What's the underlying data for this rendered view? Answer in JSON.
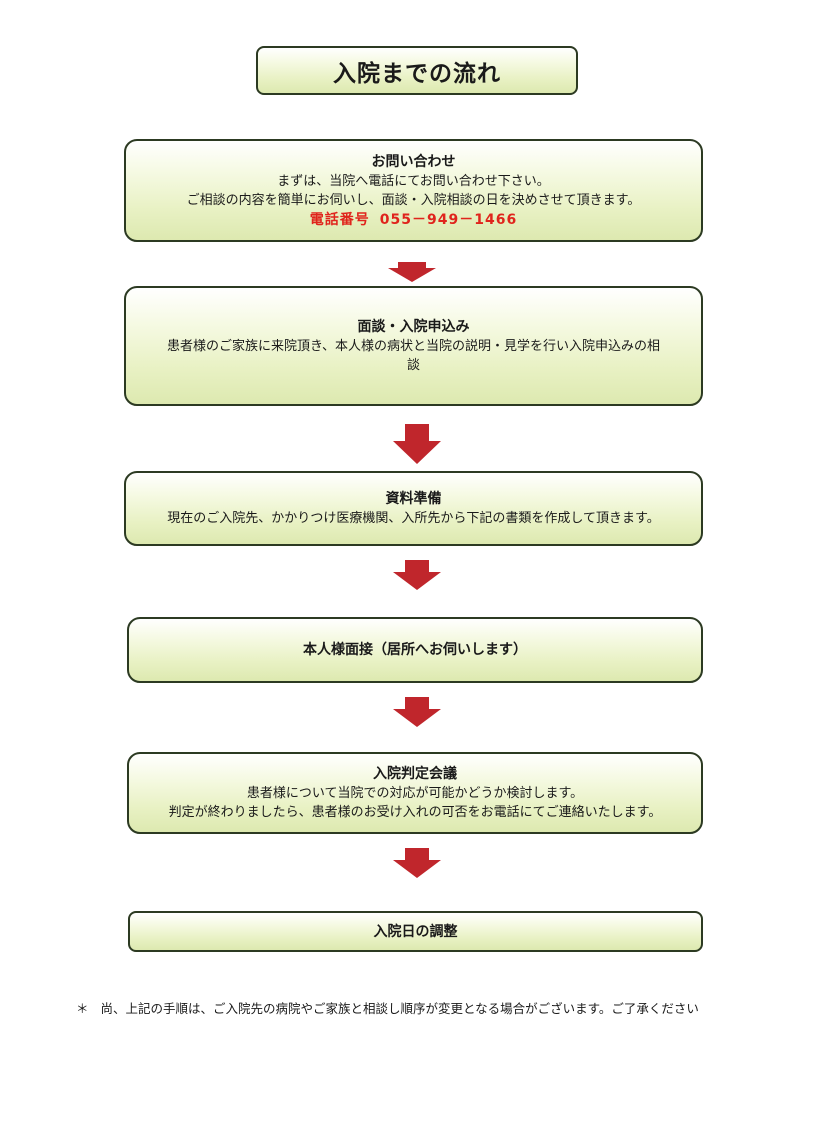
{
  "title": "入院までの流れ",
  "steps": [
    {
      "title": "お問い合わせ",
      "lines": [
        "まずは、当院へ電話にてお問い合わせ下さい。",
        "ご相談の内容を簡単にお伺いし、面談・入院相談の日を決めさせて頂きます。"
      ],
      "phone_label": "電話番号",
      "phone_number": "055－949－1466"
    },
    {
      "title": "面談・入院申込み",
      "lines": [
        "患者様のご家族に来院頂き、本人様の病状と当院の説明・見学を行い入院申込みの相",
        "談"
      ]
    },
    {
      "title": "資料準備",
      "lines": [
        "現在のご入院先、かかりつけ医療機関、入所先から下記の書類を作成して頂きます。"
      ]
    },
    {
      "title": "本人様面接（居所へお伺いします）"
    },
    {
      "title": "入院判定会議",
      "lines": [
        "患者様について当院での対応が可能かどうか検討します。",
        "判定が終わりましたら、患者様のお受け入れの可否をお電話にてご連絡いたします。"
      ]
    },
    {
      "title": "入院日の調整"
    }
  ],
  "footnote": {
    "marker": "＊",
    "text": "尚、上記の手順は、ご入院先の病院やご家族と相談し順序が変更となる場合がございます。ご了承ください"
  },
  "colors": {
    "arrow": "#c0262c",
    "box_border": "#2c3a22",
    "box_fill": "#e8f1c3",
    "phone": "#e0241c"
  },
  "icons": [
    "down-arrow-icon"
  ]
}
